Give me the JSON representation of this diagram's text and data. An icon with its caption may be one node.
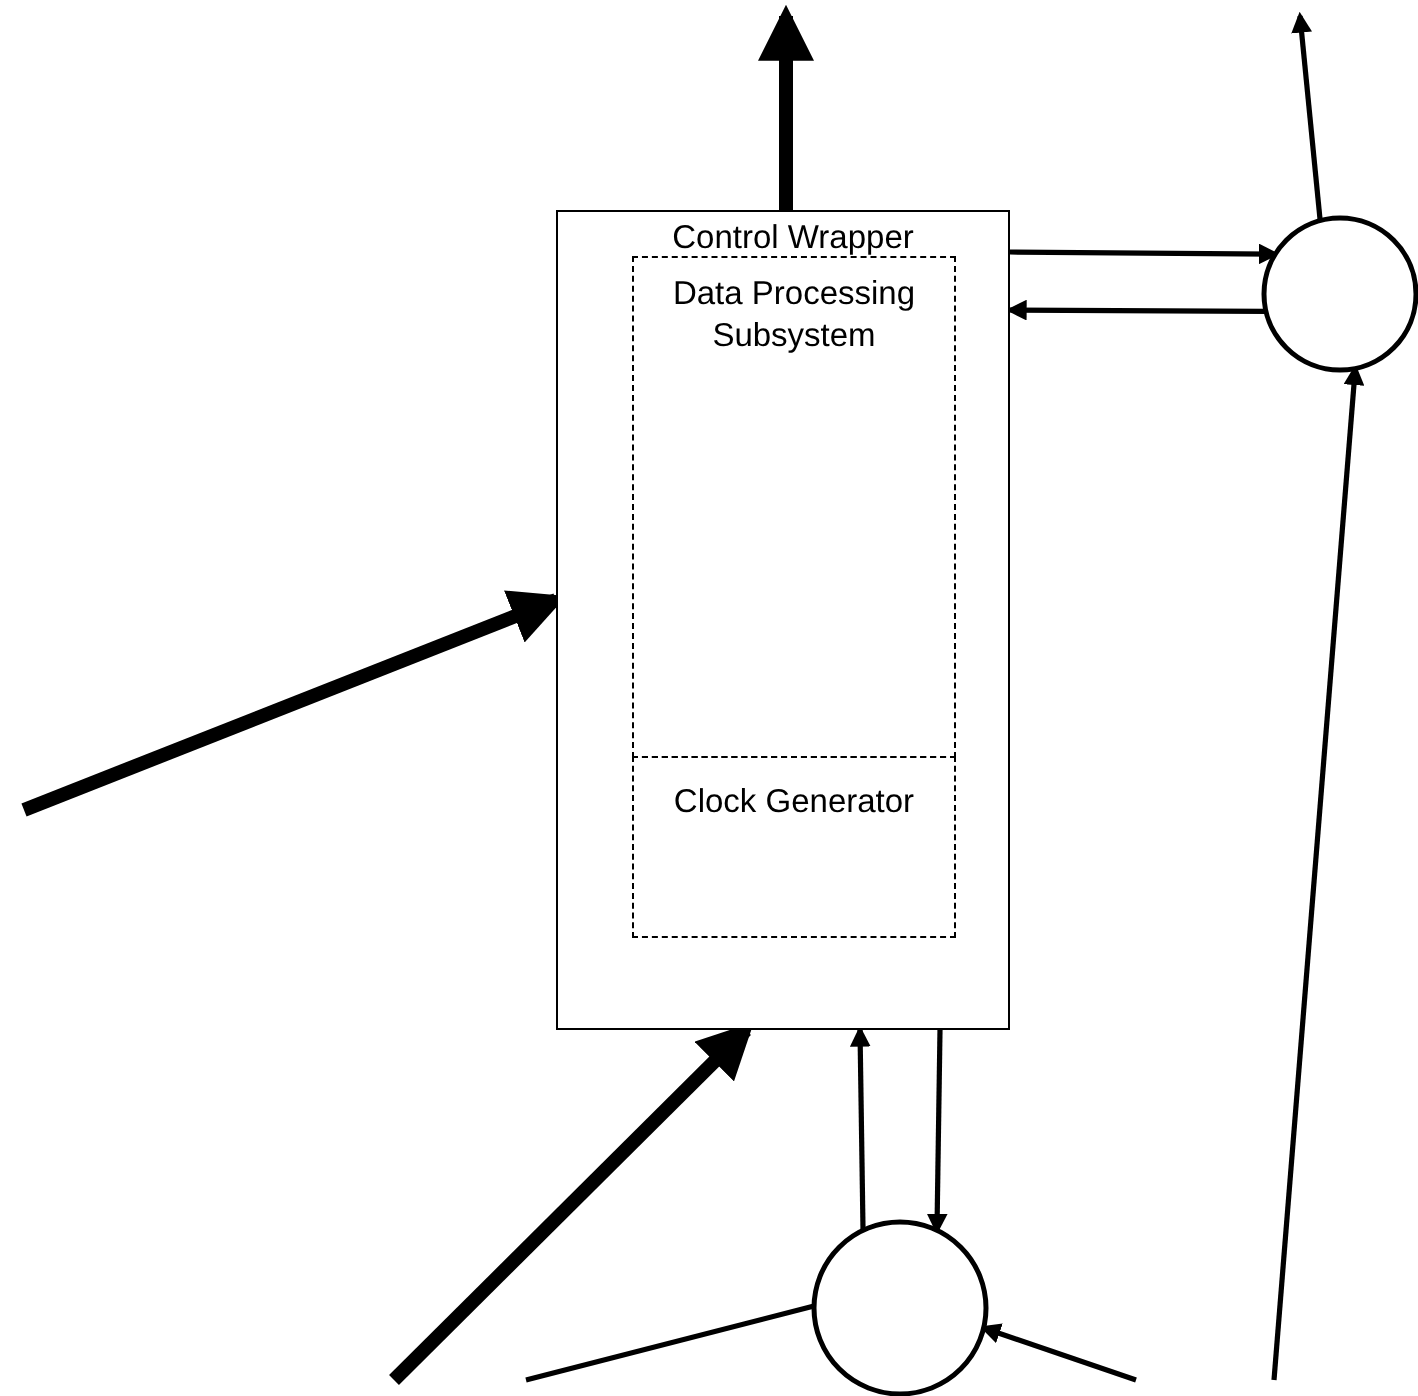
{
  "diagram": {
    "nodes": [
      {
        "text": [
          "Control Wrapper"
        ]
      },
      {
        "text": [
          "Data Processing Subsystem"
        ],
        "in": 0
      },
      {
        "text": [
          "Clock Generator"
        ],
        "in": 0
      },
      {
        "text": [],
        "shape": "circle"
      },
      {
        "text": [],
        "shape": "circle"
      }
    ],
    "edges": [
      {
        "from": 0,
        "to": null,
        "arrow": "to",
        "style": "thick"
      },
      {
        "from": null,
        "to": 0,
        "arrow": "to",
        "style": "thick"
      },
      {
        "from": null,
        "to": 0,
        "arrow": "to",
        "style": "thick"
      },
      {
        "from": 0,
        "to": 3,
        "arrow": "to"
      },
      {
        "from": 3,
        "to": 0,
        "arrow": "to"
      },
      {
        "from": 3,
        "to": null,
        "arrow": "to"
      },
      {
        "from": null,
        "to": 3,
        "arrow": "to"
      },
      {
        "from": 4,
        "to": 0,
        "arrow": "to"
      },
      {
        "from": 0,
        "to": 4,
        "arrow": "to"
      },
      {
        "from": null,
        "to": 4,
        "arrow": "none"
      },
      {
        "from": null,
        "to": 4,
        "arrow": "to"
      }
    ]
  }
}
